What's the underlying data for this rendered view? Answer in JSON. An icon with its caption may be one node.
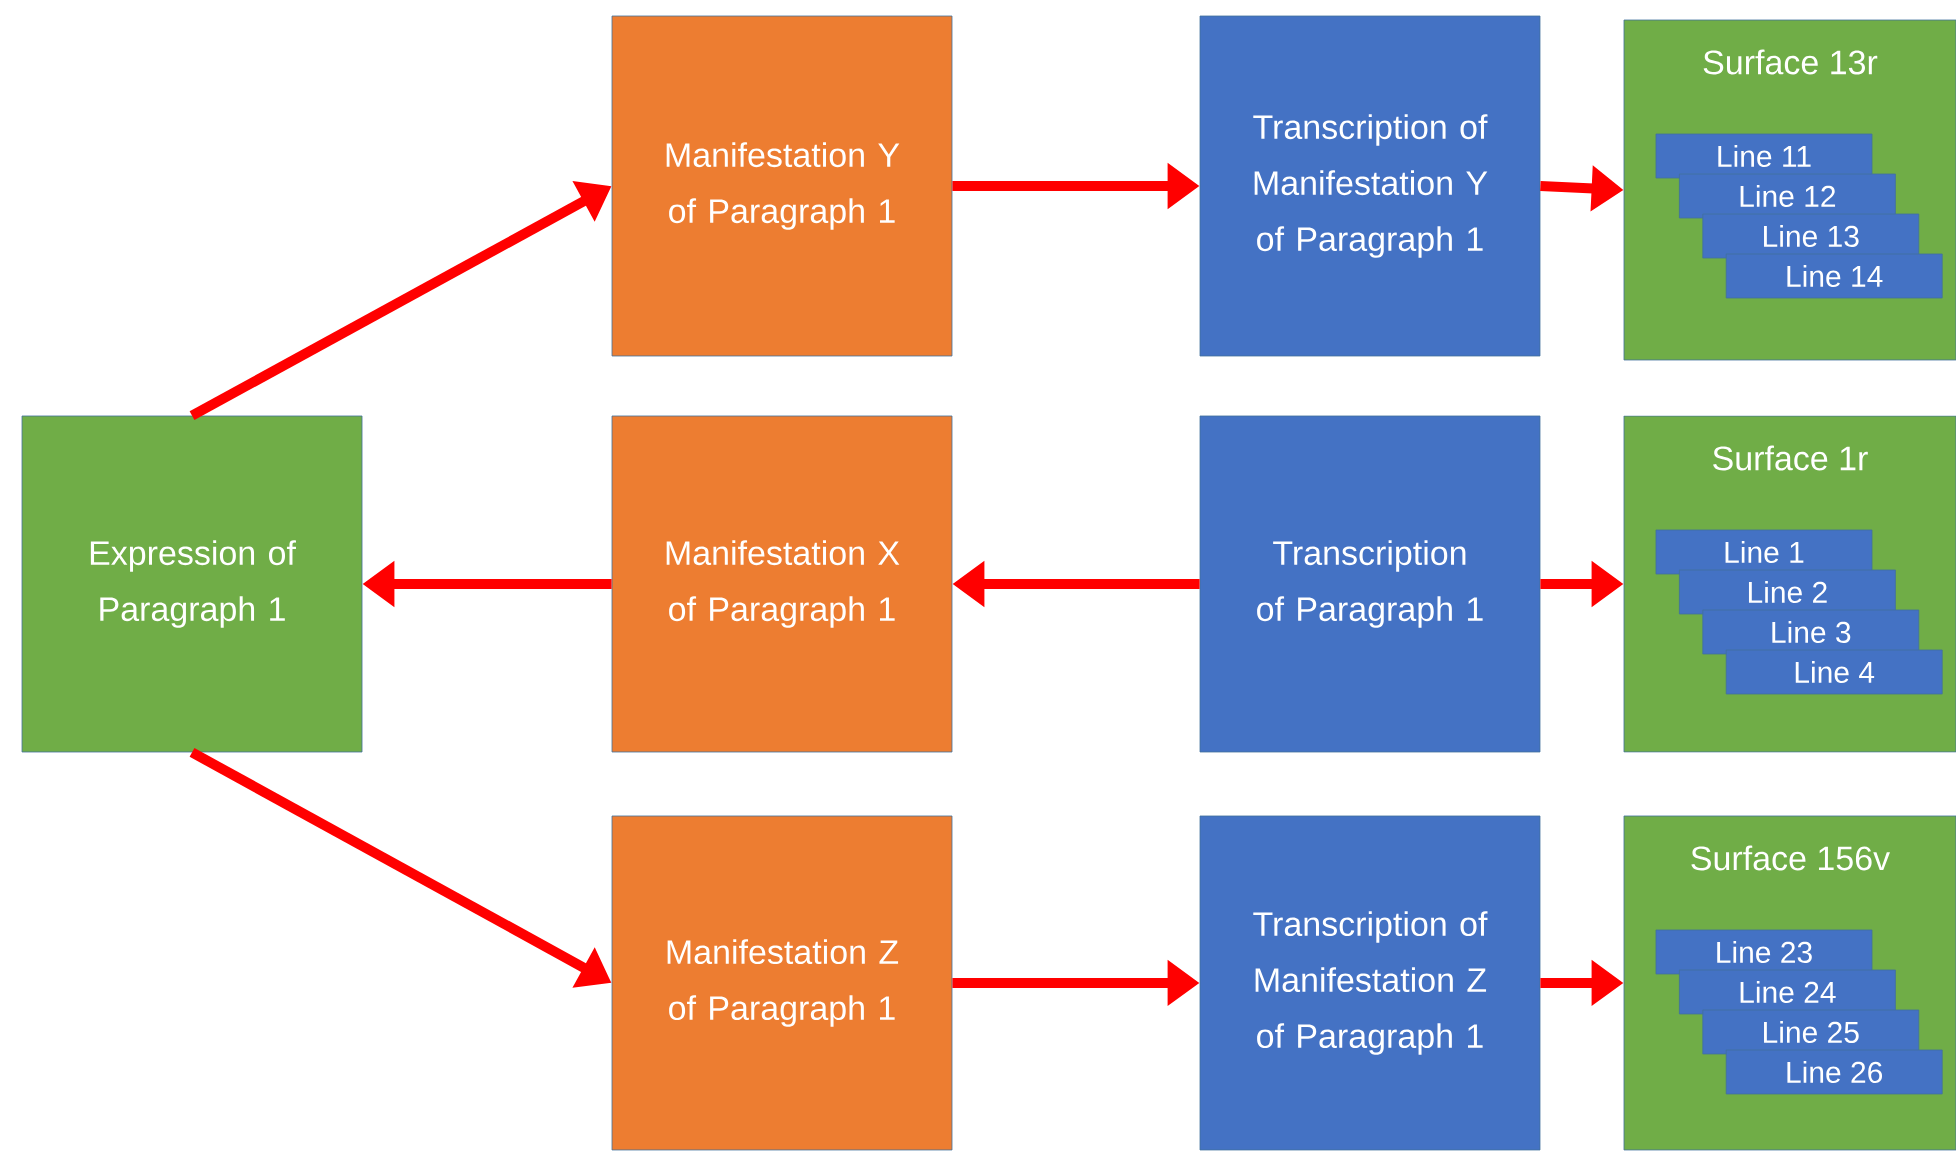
{
  "diagram": {
    "nodes": [
      {
        "text": [
          "Manifestation Y of Paragraph 1"
        ]
      },
      {
        "text": [
          "Transcription of Manifestation Y of Paragraph 1"
        ]
      },
      {
        "text": [
          "Surface 13r"
        ]
      },
      {
        "text": [
          "Line 11"
        ],
        "in": 2
      },
      {
        "text": [
          "Line 12"
        ],
        "in": 2
      },
      {
        "text": [
          "Line 13"
        ],
        "in": 2
      },
      {
        "text": [
          "Line 14"
        ],
        "in": 2
      },
      {
        "text": [
          "Expression of Paragraph 1"
        ]
      },
      {
        "text": [
          "Manifestation X of Paragraph 1"
        ]
      },
      {
        "text": [
          "Transcription of Paragraph 1"
        ]
      },
      {
        "text": [
          "Surface 1r"
        ]
      },
      {
        "text": [
          "Line 1"
        ],
        "in": 10
      },
      {
        "text": [
          "Line 2"
        ],
        "in": 10
      },
      {
        "text": [
          "Line 3"
        ],
        "in": 10
      },
      {
        "text": [
          "Line 4"
        ],
        "in": 10
      },
      {
        "text": [
          "Manifestation Z of Paragraph 1"
        ]
      },
      {
        "text": [
          "Transcription of Manifestation Z of Paragraph 1"
        ]
      },
      {
        "text": [
          "Surface 156v"
        ]
      },
      {
        "text": [
          "Line 23"
        ],
        "in": 17
      },
      {
        "text": [
          "Line 24"
        ],
        "in": 17
      },
      {
        "text": [
          "Line 25"
        ],
        "in": 17
      },
      {
        "text": [
          "Line 26"
        ],
        "in": 17
      }
    ],
    "edges": [
      {
        "from": 7,
        "to": 0,
        "arrow": "to"
      },
      {
        "from": 0,
        "to": 1,
        "arrow": "to"
      },
      {
        "from": 1,
        "to": 2,
        "arrow": "to"
      },
      {
        "from": 9,
        "to": 8,
        "arrow": "to"
      },
      {
        "from": 8,
        "to": 7,
        "arrow": "to"
      },
      {
        "from": 9,
        "to": 10,
        "arrow": "to"
      },
      {
        "from": 7,
        "to": 15,
        "arrow": "to"
      },
      {
        "from": 15,
        "to": 16,
        "arrow": "to"
      },
      {
        "from": 16,
        "to": 17,
        "arrow": "to"
      }
    ]
  }
}
